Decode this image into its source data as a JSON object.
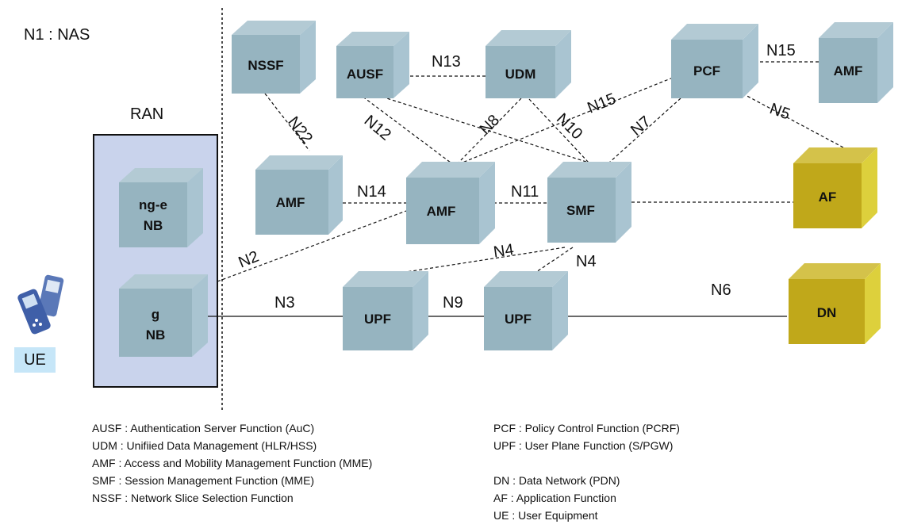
{
  "title": "N1 : NAS",
  "ran_label": "RAN",
  "ue_label": "UE",
  "colors": {
    "box_gray": "#96b4c0",
    "box_gold": "#c0a81a",
    "ran_fill": "#c9d3ec",
    "ue_fill": "#c6e6f8"
  },
  "nodes": {
    "nssf": "NSSF",
    "ausf": "AUSF",
    "udm": "UDM",
    "pcf": "PCF",
    "amf_top": "AMF",
    "amf_left": "AMF",
    "amf_center": "AMF",
    "smf": "SMF",
    "af": "AF",
    "ngenb_line1": "ng-e",
    "ngenb_line2": "NB",
    "gnb_line1": "g",
    "gnb_line2": "NB",
    "upf_left": "UPF",
    "upf_right": "UPF",
    "dn": "DN"
  },
  "interfaces": {
    "n13": "N13",
    "n15_top": "N15",
    "n15_diag": "N15",
    "n5": "N5",
    "n22": "N22",
    "n12": "N12",
    "n8": "N8",
    "n10": "N10",
    "n7": "N7",
    "n14": "N14",
    "n11": "N11",
    "n2": "N2",
    "n4_a": "N4",
    "n4_b": "N4",
    "n3": "N3",
    "n9": "N9",
    "n6": "N6"
  },
  "legend_left": [
    "AUSF : Authentication Server Function (AuC)",
    "UDM : Unifiied Data Management (HLR/HSS)",
    "AMF : Access and Mobility Management Function (MME)",
    "SMF : Session Management Function (MME)",
    "NSSF : Network Slice Selection Function"
  ],
  "legend_right": [
    "PCF : Policy Control Function (PCRF)",
    "UPF : User Plane Function (S/PGW)",
    "",
    "DN : Data Network (PDN)",
    "AF : Application Function",
    "UE : User Equipment"
  ]
}
